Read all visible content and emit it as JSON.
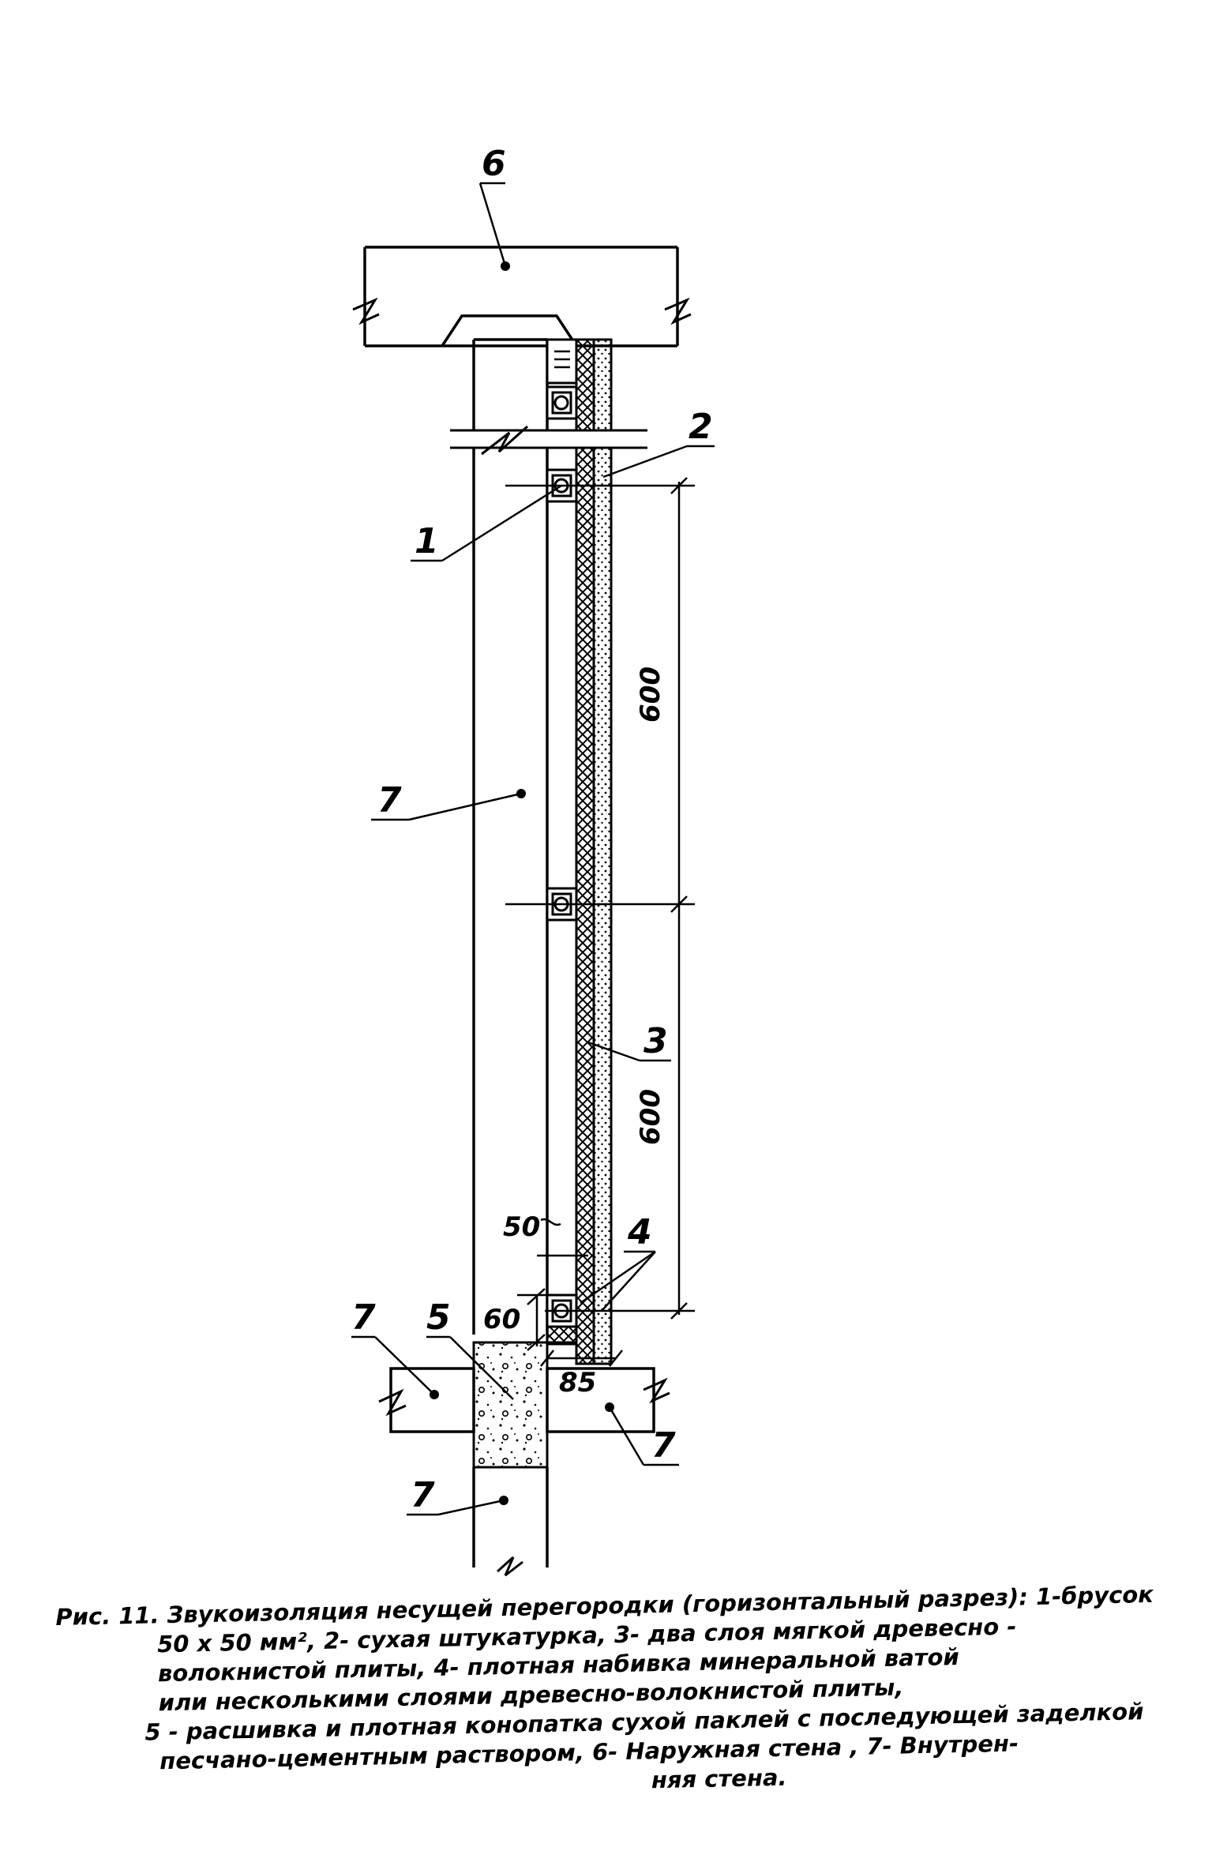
{
  "labels": {
    "l1": "1",
    "l2": "2",
    "l3": "3",
    "l4": "4",
    "l5": "5",
    "l6": "6",
    "l7a": "7",
    "l7b": "7",
    "l7c": "7",
    "l7d": "7"
  },
  "dimensions": {
    "d600_top": "600",
    "d600_bottom": "600",
    "d50": "50",
    "d60": "60",
    "d85": "85"
  },
  "caption": {
    "line1": "Рис. 11.  Звукоизоляция несущей перегородки (горизонтальный разрез): 1-брусок",
    "line2": "50 х 50 мм², 2- сухая штукатурка, 3- два слоя мягкой древесно -",
    "line3": "волокнистой плиты, 4- плотная набивка минеральной ватой",
    "line4": "или несколькими слоями древесно-волокнистой плиты,",
    "line5": "5 - расшивка и плотная конопатка сухой паклей с последующей заделкой",
    "line6": "песчано-цементным раствором, 6- Наружная стена , 7- Внутрен-",
    "line7": "няя стена."
  }
}
